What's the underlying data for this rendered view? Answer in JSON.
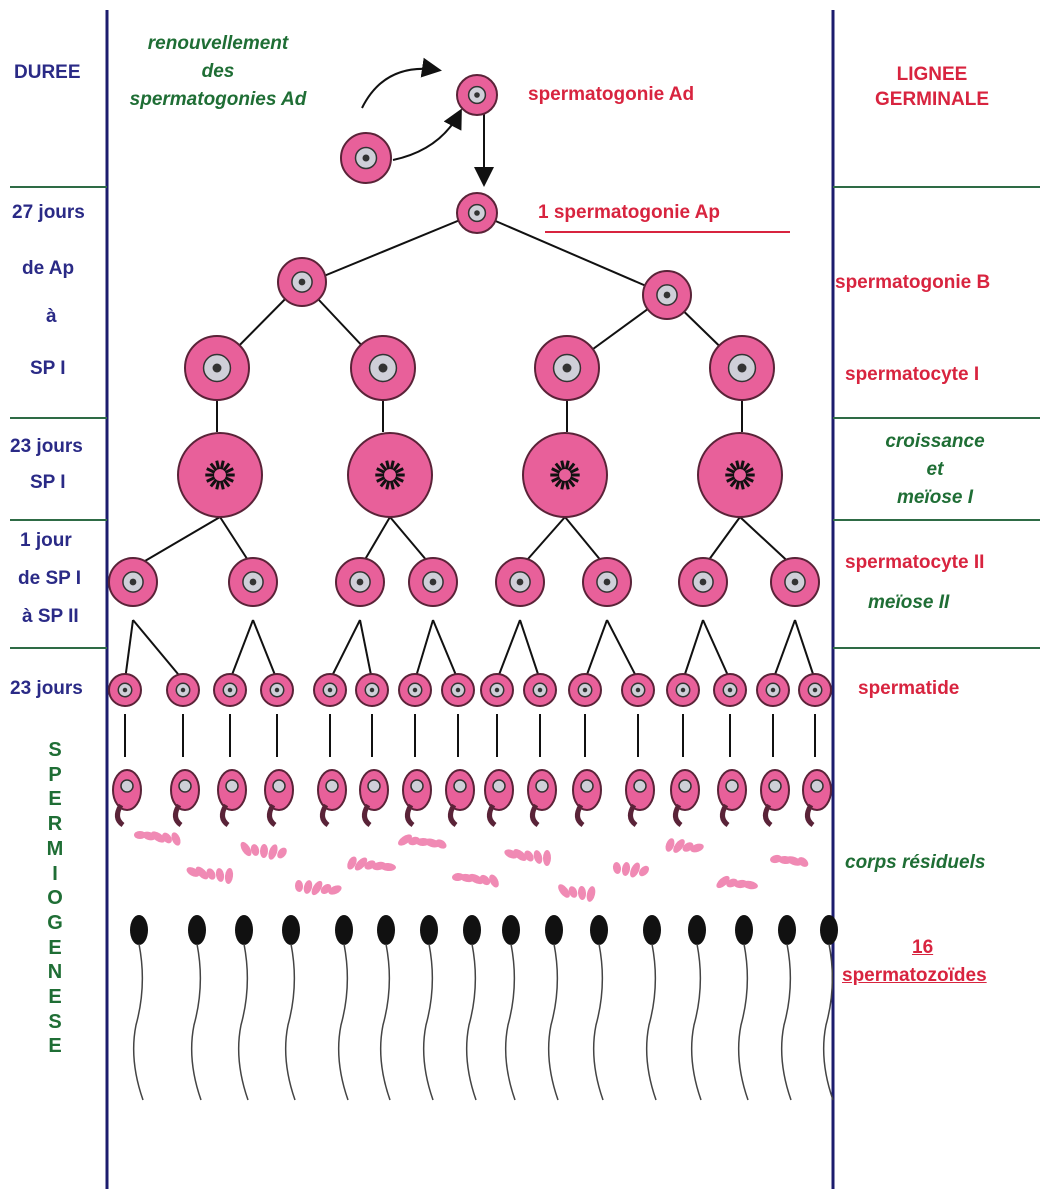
{
  "left_column": {
    "header": "DUREE",
    "row1": [
      "27 jours",
      "de Ap",
      "à",
      "SP I"
    ],
    "row2": [
      "23 jours",
      "SP I"
    ],
    "row3": [
      "1 jour",
      "de SP I",
      "à SP II"
    ],
    "row4": "23 jours",
    "spermiogenese_letters": [
      "S",
      "P",
      "E",
      "R",
      "M",
      "I",
      "O",
      "G",
      "E",
      "N",
      "E",
      "S",
      "E"
    ]
  },
  "right_column": {
    "header": [
      "LIGNEE",
      "GERMINALE"
    ],
    "spermatogonie_b": "spermatogonie B",
    "spermatocyte_1": "spermatocyte I",
    "croissance": [
      "croissance",
      "et",
      "meïose I"
    ],
    "spermatocyte_2": "spermatocyte II",
    "meiose_2": "meïose II",
    "spermatide": "spermatide",
    "corps_residuels": "corps résiduels",
    "count": "16",
    "spermatozoides": "spermatozoïdes"
  },
  "center": {
    "renouvellement": [
      "renouvellement",
      "des",
      "spermatogonies Ad"
    ],
    "spermatogonie_ad": "spermatogonie Ad",
    "spermatogonie_ap": "1 spermatogonie Ap"
  },
  "colors": {
    "border_blue": "#1c1c6e",
    "separator_green": "#2e6b45",
    "cell_pink": "#e8609a",
    "nucleus_grey": "#cfcfd8",
    "label_red": "#d8243f",
    "label_blue": "#2a2a86",
    "label_green": "#1f6e35"
  }
}
